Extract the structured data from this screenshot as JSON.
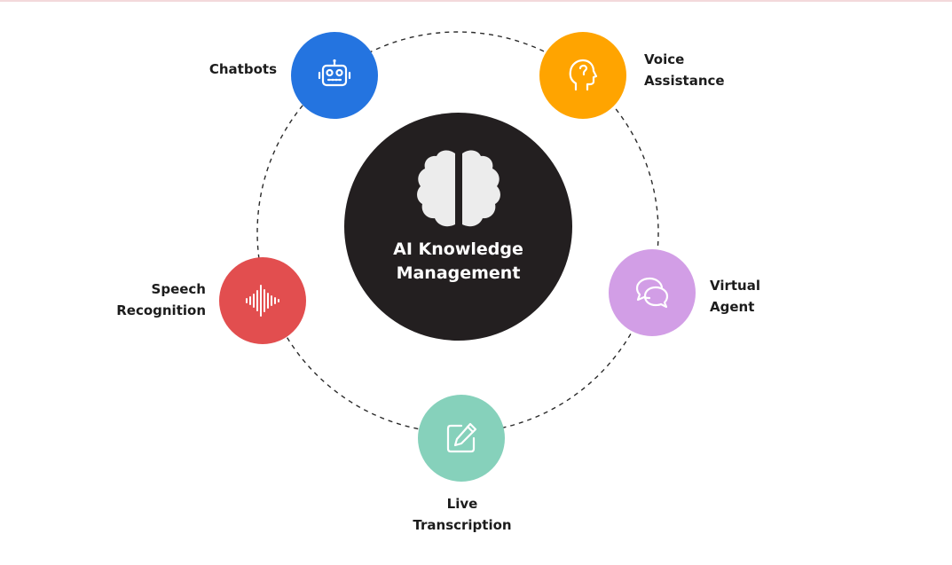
{
  "center": {
    "title_line1": "AI Knowledge",
    "title_line2": "Management",
    "icon": "brain-icon",
    "color": "#231f20"
  },
  "nodes": [
    {
      "id": "chatbots",
      "label_lines": [
        "Chatbots"
      ],
      "icon": "robot-icon",
      "color": "#2474e0"
    },
    {
      "id": "voice-assistance",
      "label_lines": [
        "Voice",
        "Assistance"
      ],
      "icon": "head-profile-icon",
      "color": "#ffa400"
    },
    {
      "id": "virtual-agent",
      "label_lines": [
        "Virtual",
        "Agent"
      ],
      "icon": "chat-bubbles-icon",
      "color": "#d29ee6"
    },
    {
      "id": "live-transcription",
      "label_lines": [
        "Live",
        "Transcription"
      ],
      "icon": "edit-icon",
      "color": "#86d1bb"
    },
    {
      "id": "speech-recognition",
      "label_lines": [
        "Speech",
        "Recognition"
      ],
      "icon": "sound-wave-icon",
      "color": "#e24e4f"
    }
  ]
}
